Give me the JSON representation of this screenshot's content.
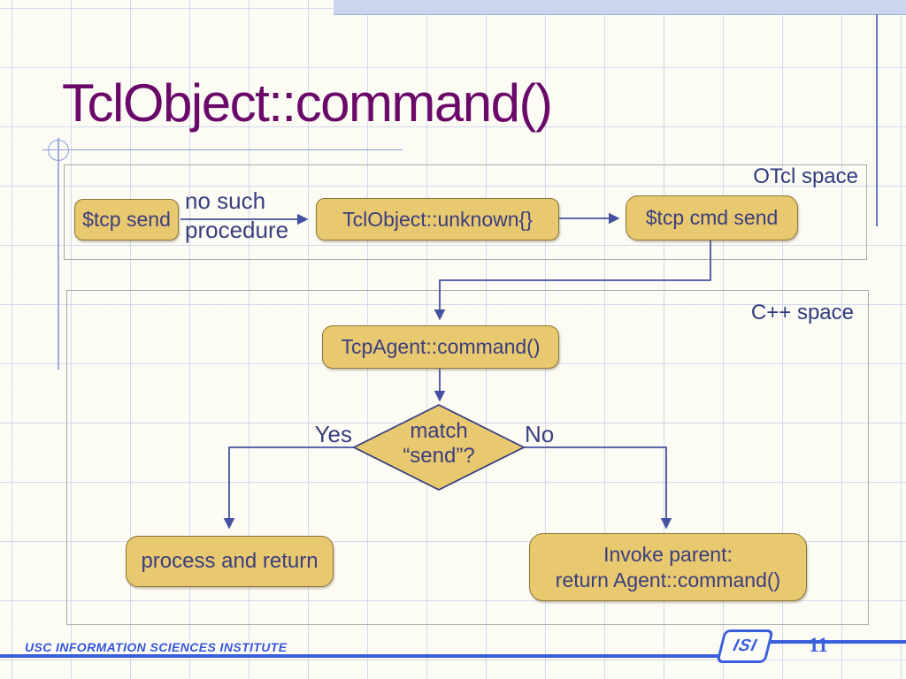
{
  "slide": {
    "title": "TclObject::command()",
    "footer": {
      "institute": "USC  INFORMATION SCIENCES INSTITUTE",
      "logo": "ISI",
      "page": "11"
    }
  },
  "containers": {
    "otcl": {
      "label": "OTcl space"
    },
    "cpp": {
      "label": "C++ space"
    }
  },
  "nodes": {
    "tcp_send": {
      "label": "$tcp send"
    },
    "unknown": {
      "label": "TclObject::unknown{}"
    },
    "tcp_cmd_send": {
      "label": "$tcp cmd send"
    },
    "tcpagent_command": {
      "label": "TcpAgent::command()"
    },
    "decision": {
      "line1": "match",
      "line2": "“send”?"
    },
    "process_return": {
      "label": "process and return"
    },
    "invoke_parent": {
      "line1": "Invoke parent:",
      "line2": "return Agent::command()"
    }
  },
  "edge_labels": {
    "no_such_line1": "no such",
    "no_such_line2": "procedure",
    "yes": "Yes",
    "no": "No"
  },
  "colors": {
    "title": "#6B096B",
    "node_fill": "#E9C96F",
    "node_border": "#8B7539",
    "navy_text": "#393E7F",
    "connector": "#44519E",
    "container_border": "#ABABAB",
    "footer_blue": "#3A5FDC",
    "top_band": "#CAD6EE"
  }
}
